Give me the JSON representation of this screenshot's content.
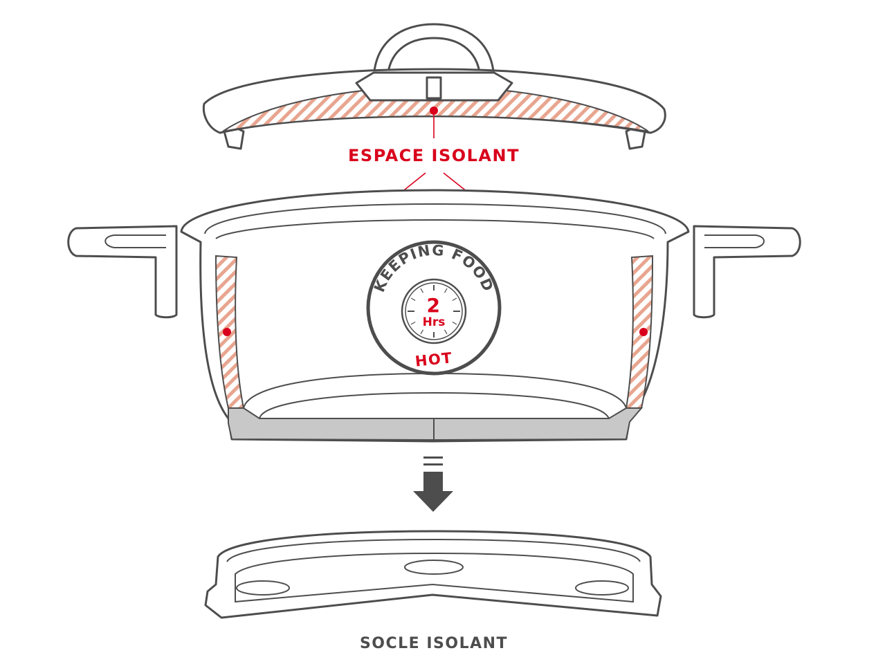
{
  "labels": {
    "lid_label": "ESPACE ISOLANT",
    "base_label": "SOCLE ISOLANT"
  },
  "badge": {
    "top_text": "KEEPING FOOD",
    "number": "2",
    "unit": "Hrs",
    "bottom_text": "HOT"
  },
  "colors": {
    "accent": "#d9001b",
    "outline": "#4d4d4d",
    "hatch": "#e8a58f",
    "base_band": "#c8c8c8"
  }
}
